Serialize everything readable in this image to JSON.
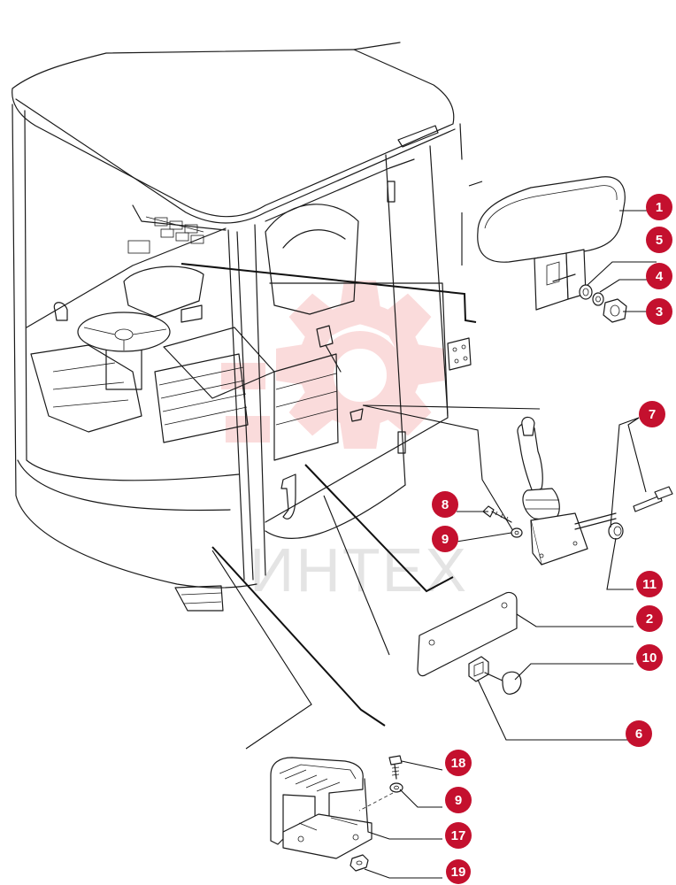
{
  "watermark": {
    "text": "ИНТЕХ",
    "color": "#f08080"
  },
  "badge_color": "#c4102e",
  "callouts": [
    {
      "id": "1",
      "label": "1"
    },
    {
      "id": "5",
      "label": "5"
    },
    {
      "id": "4",
      "label": "4"
    },
    {
      "id": "3",
      "label": "3"
    },
    {
      "id": "7",
      "label": "7"
    },
    {
      "id": "8",
      "label": "8"
    },
    {
      "id": "9a",
      "label": "9"
    },
    {
      "id": "11",
      "label": "11"
    },
    {
      "id": "2",
      "label": "2"
    },
    {
      "id": "10",
      "label": "10"
    },
    {
      "id": "6",
      "label": "6"
    },
    {
      "id": "18",
      "label": "18"
    },
    {
      "id": "9b",
      "label": "9"
    },
    {
      "id": "17",
      "label": "17"
    },
    {
      "id": "19",
      "label": "19"
    }
  ]
}
